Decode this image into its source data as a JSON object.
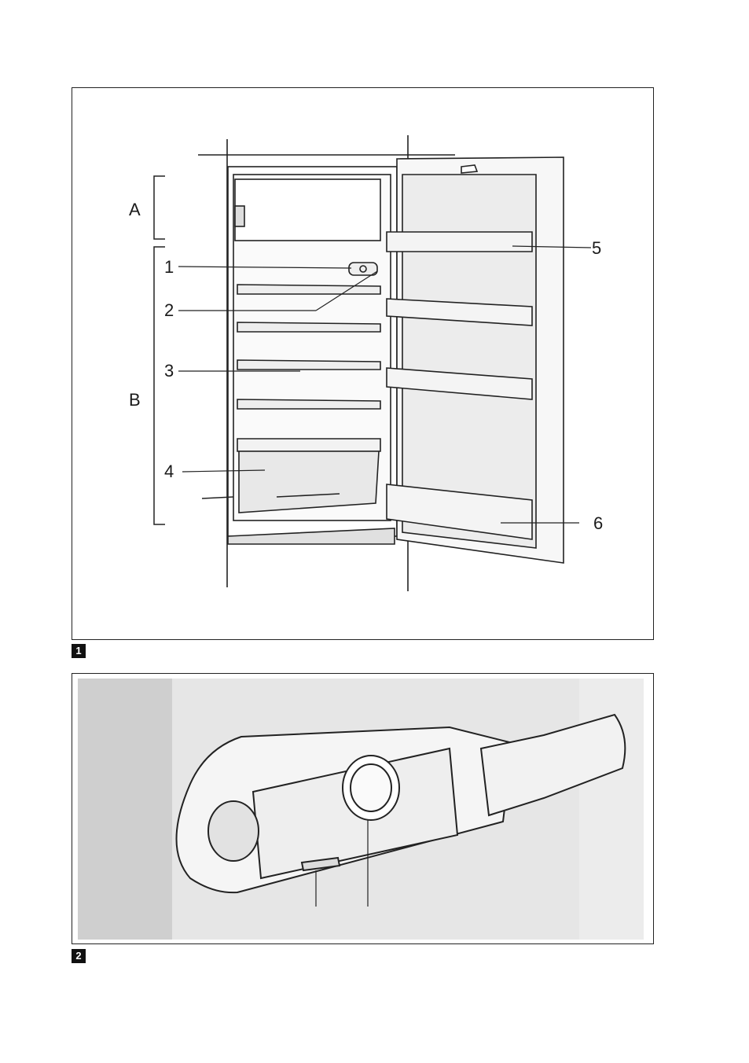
{
  "figure1": {
    "number": "1",
    "zone_labels": {
      "a": "A",
      "b": "B"
    },
    "callouts": {
      "c1": "1",
      "c2": "2",
      "c3": "3",
      "c4": "4",
      "c5": "5",
      "c6": "6"
    }
  },
  "figure2": {
    "number": "2"
  },
  "colors": {
    "line": "#222222",
    "panel": "#e6e6e6",
    "panel_dark": "#cfcfcf",
    "shade": "#d8d8d8"
  }
}
